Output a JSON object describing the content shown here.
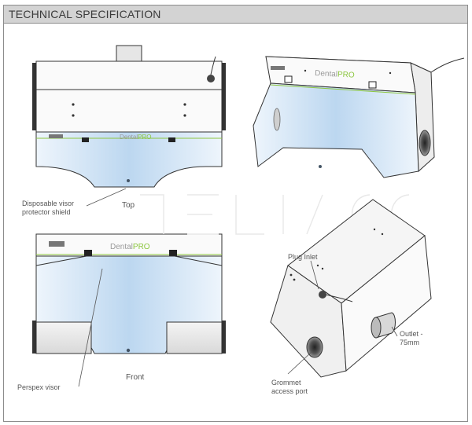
{
  "header": {
    "title": "TECHNICAL SPECIFICATION"
  },
  "brand": {
    "dental": "Dental",
    "pro": "PRO"
  },
  "views": {
    "top": "Top",
    "front": "Front"
  },
  "callouts": {
    "visor_shield_line1": "Disposable visor",
    "visor_shield_line2": "protector shield",
    "perspex_visor": "Perspex visor",
    "plug_inlet": "Plug Inlet",
    "grommet_line1": "Grommet",
    "grommet_line2": "access port",
    "outlet_line1": "Outlet -",
    "outlet_line2": "75mm"
  },
  "colors": {
    "header_bg": "#d3d3d3",
    "visor_blue": "#cfe3f5",
    "brand_green": "#8cc63f",
    "outline": "#333333"
  }
}
